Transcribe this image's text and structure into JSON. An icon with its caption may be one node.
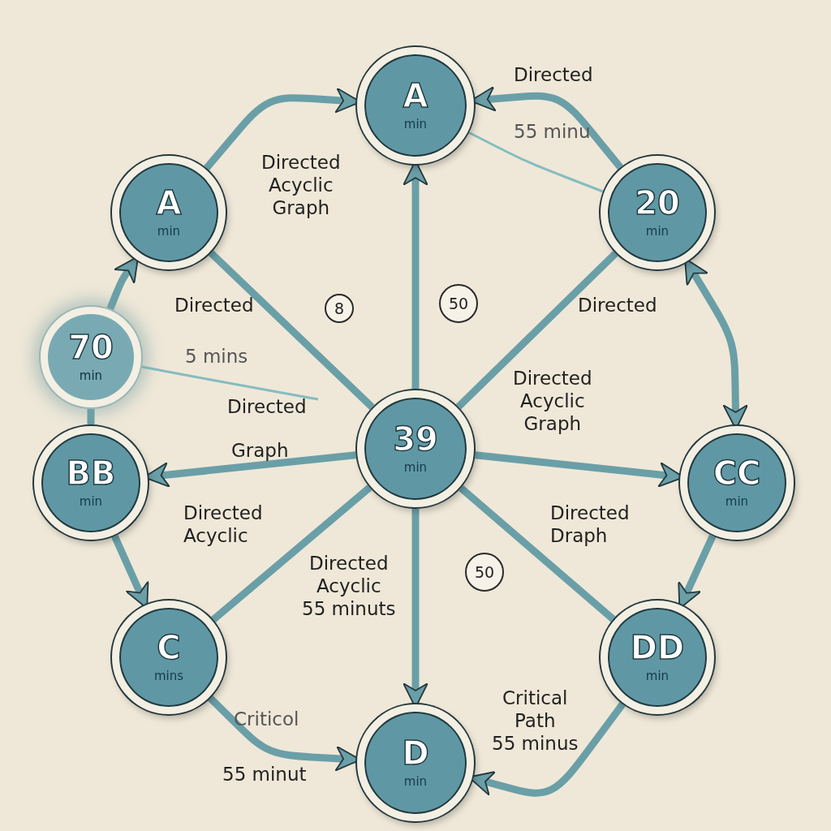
{
  "diagram": {
    "nodes": [
      {
        "text": [
          "A",
          "min"
        ]
      },
      {
        "text": [
          "A",
          "min"
        ]
      },
      {
        "text": [
          "20",
          "min"
        ]
      },
      {
        "text": [
          "70",
          "min"
        ]
      },
      {
        "text": [
          "39",
          "min"
        ]
      },
      {
        "text": [
          "BB",
          "min"
        ]
      },
      {
        "text": [
          "CC",
          "min"
        ]
      },
      {
        "text": [
          "C",
          "mins"
        ]
      },
      {
        "text": [
          "DD",
          "min"
        ]
      },
      {
        "text": [
          "D",
          "min"
        ]
      },
      {
        "text": [
          "8"
        ]
      },
      {
        "text": [
          "50"
        ]
      },
      {
        "text": [
          "50"
        ]
      }
    ],
    "edges": [
      {
        "from": 1,
        "to": 0,
        "arrow": "to"
      },
      {
        "from": 2,
        "to": 0,
        "arrow": "to"
      },
      {
        "from": 0,
        "to": 2,
        "arrow": "none",
        "color": "#86bcc0"
      },
      {
        "from": 4,
        "to": 0,
        "arrow": "to"
      },
      {
        "from": 1,
        "to": 4,
        "arrow": "none"
      },
      {
        "from": 2,
        "to": 4,
        "arrow": "none"
      },
      {
        "from": 2,
        "to": 6,
        "arrow": "both"
      },
      {
        "from": 3,
        "to": 1,
        "arrow": "to"
      },
      {
        "from": 3,
        "to": 5,
        "arrow": "none"
      },
      {
        "from": 3,
        "to": null,
        "arrow": "none",
        "color": "#86bcc0"
      },
      {
        "from": 4,
        "to": 5,
        "arrow": "to"
      },
      {
        "from": 4,
        "to": 6,
        "arrow": "to"
      },
      {
        "from": 5,
        "to": 7,
        "arrow": "to"
      },
      {
        "from": 4,
        "to": 7,
        "arrow": "none"
      },
      {
        "from": 4,
        "to": 9,
        "arrow": "to"
      },
      {
        "from": 4,
        "to": 8,
        "arrow": "none"
      },
      {
        "from": 6,
        "to": 8,
        "arrow": "to"
      },
      {
        "from": 7,
        "to": 9,
        "arrow": "to"
      },
      {
        "from": 8,
        "to": 9,
        "arrow": "to"
      }
    ],
    "labels": [
      "Directed",
      "55 minu",
      "Directed Acyclic Graph",
      "Directed",
      "5 mins",
      "Directed",
      "Directed",
      "Directed Acyclic Graph",
      "Graph",
      "Directed Acyclic",
      "Directed Acyclic 55 minuts",
      "Directed Draph",
      "Criticol",
      "55 minut",
      "Critical Path 55 minus"
    ]
  }
}
